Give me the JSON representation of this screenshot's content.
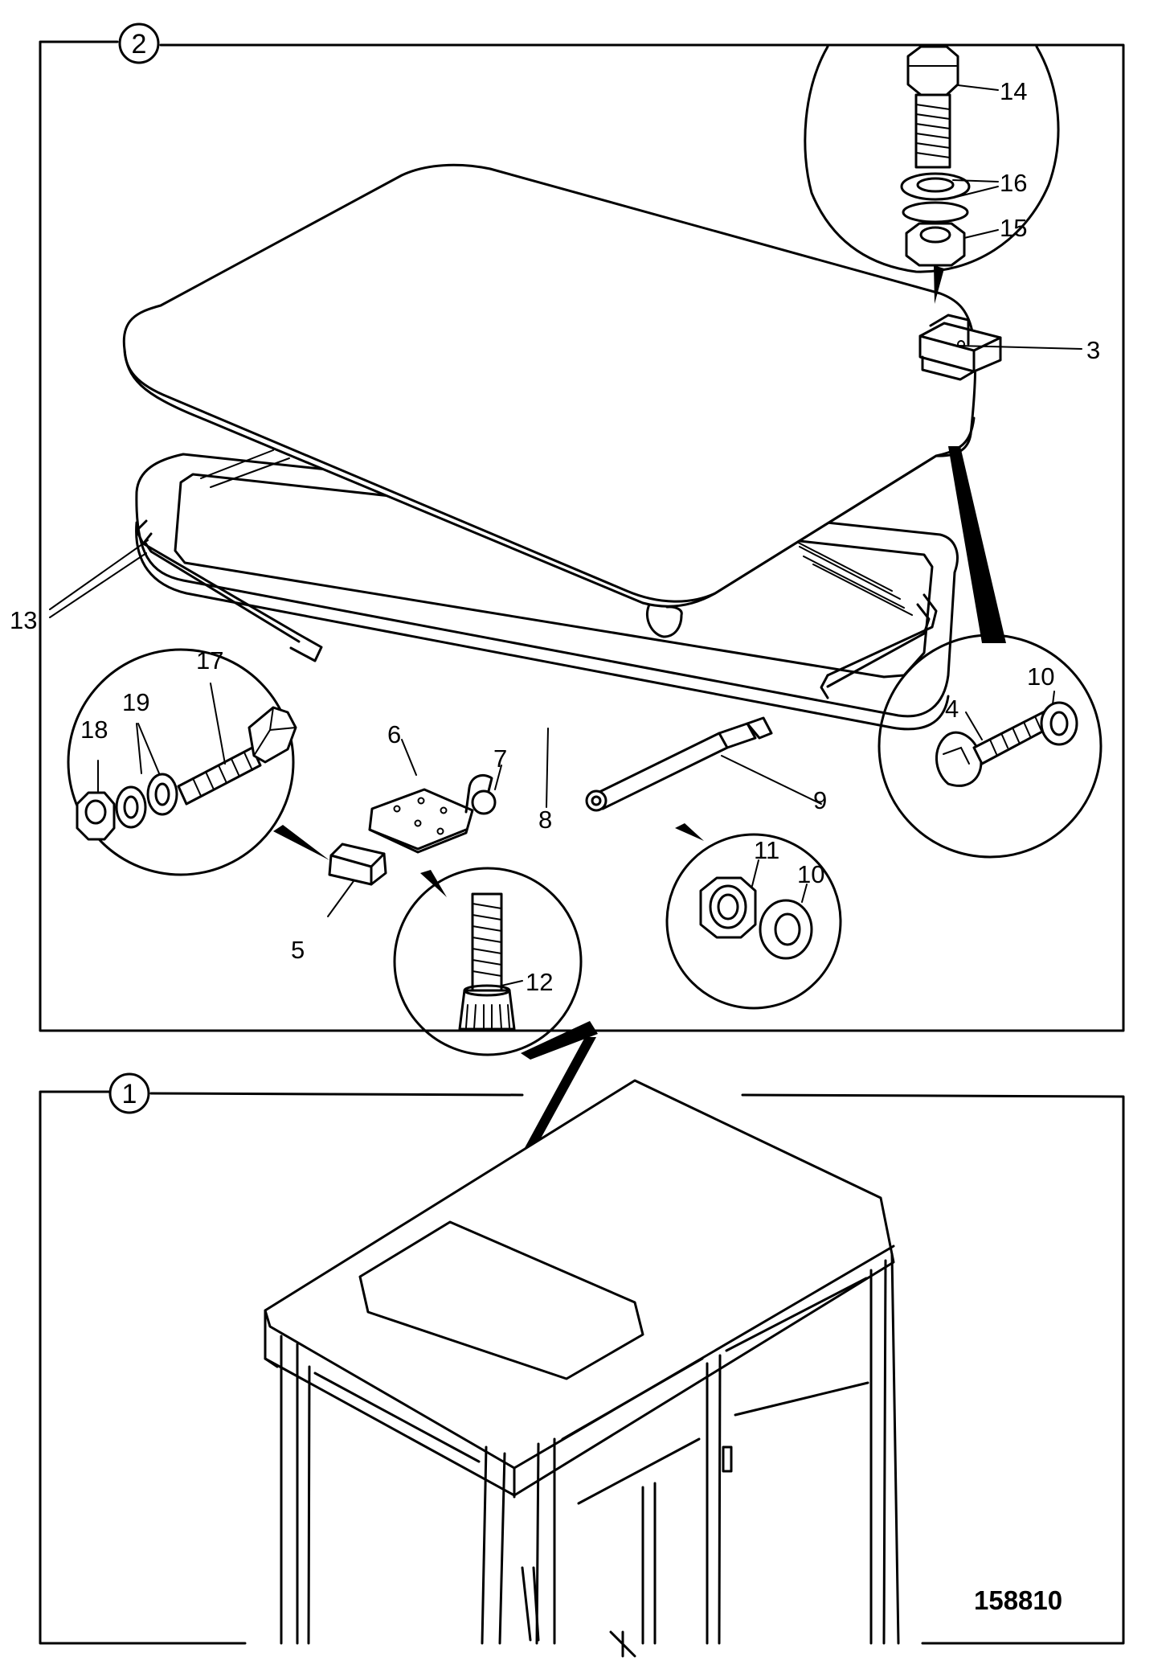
{
  "views": [
    {
      "number": "2"
    },
    {
      "number": "1"
    }
  ],
  "callouts": [
    {
      "id": "c14",
      "label": "14"
    },
    {
      "id": "c16",
      "label": "16"
    },
    {
      "id": "c15",
      "label": "15"
    },
    {
      "id": "c3",
      "label": "3"
    },
    {
      "id": "c13",
      "label": "13"
    },
    {
      "id": "c17",
      "label": "17"
    },
    {
      "id": "c19",
      "label": "19"
    },
    {
      "id": "c18",
      "label": "18"
    },
    {
      "id": "c6",
      "label": "6"
    },
    {
      "id": "c7",
      "label": "7"
    },
    {
      "id": "c8",
      "label": "8"
    },
    {
      "id": "c9",
      "label": "9"
    },
    {
      "id": "c10a",
      "label": "10"
    },
    {
      "id": "c4",
      "label": "4"
    },
    {
      "id": "c11",
      "label": "11"
    },
    {
      "id": "c10b",
      "label": "10"
    },
    {
      "id": "c5",
      "label": "5"
    },
    {
      "id": "c12",
      "label": "12"
    }
  ],
  "figure_number": "158810"
}
